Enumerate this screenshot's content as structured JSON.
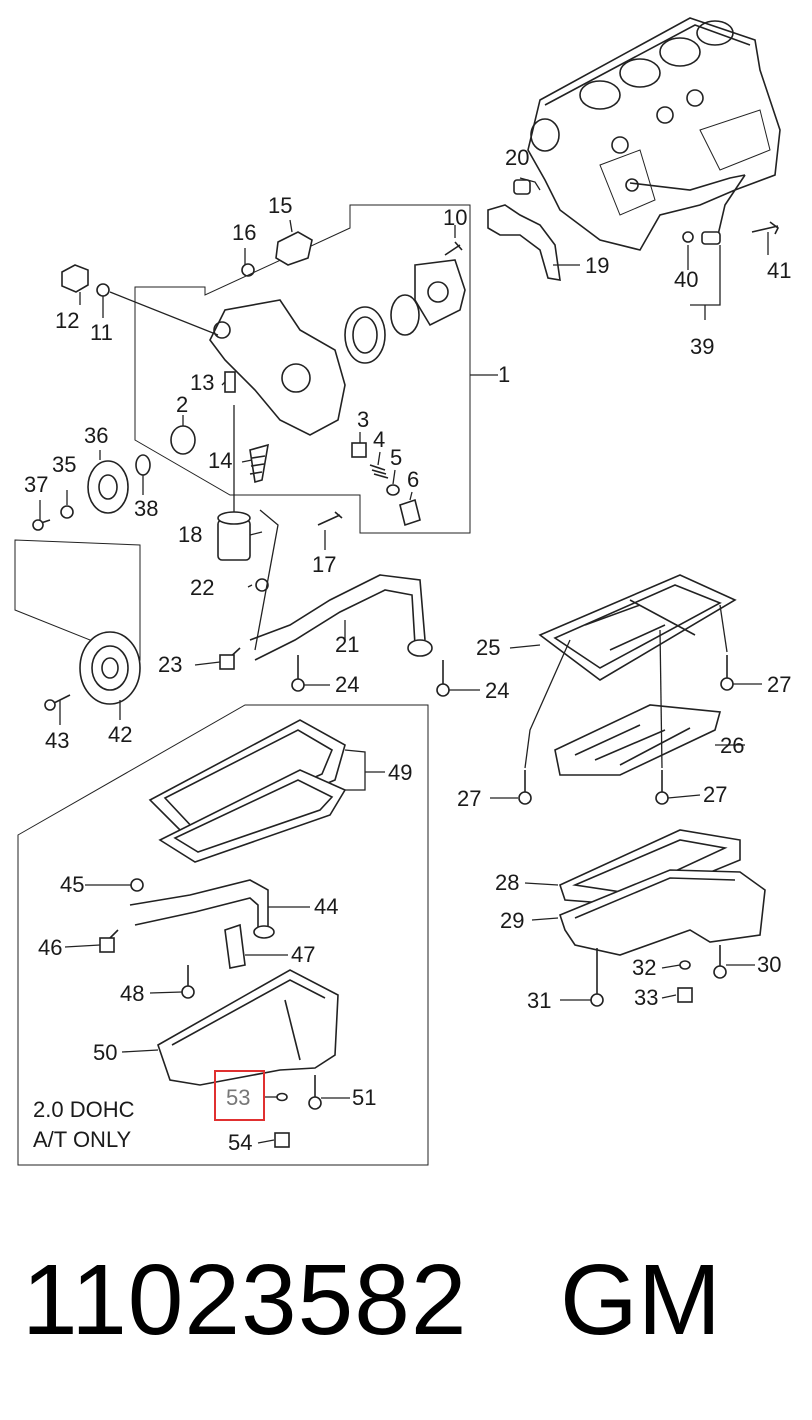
{
  "labels": {
    "l1": "1",
    "l2": "2",
    "l3": "3",
    "l4": "4",
    "l5": "5",
    "l6": "6",
    "l10": "10",
    "l11": "11",
    "l12": "12",
    "l13": "13",
    "l14": "14",
    "l15": "15",
    "l16": "16",
    "l17": "17",
    "l18": "18",
    "l19": "19",
    "l20": "20",
    "l21": "21",
    "l22": "22",
    "l23": "23",
    "l24a": "24",
    "l24b": "24",
    "l25": "25",
    "l26": "26",
    "l27a": "27",
    "l27b": "27",
    "l27c": "27",
    "l28": "28",
    "l29": "29",
    "l30": "30",
    "l31": "31",
    "l32": "32",
    "l33": "33",
    "l35": "35",
    "l36": "36",
    "l37": "37",
    "l38": "38",
    "l39": "39",
    "l40": "40",
    "l41": "41",
    "l42": "42",
    "l43": "43",
    "l44": "44",
    "l45": "45",
    "l46": "46",
    "l47": "47",
    "l48": "48",
    "l49": "49",
    "l50": "50",
    "l51": "51",
    "l53": "53",
    "l54": "54"
  },
  "note": {
    "line1": "2.0  DOHC",
    "line2": "A/T ONLY"
  },
  "highlight": {
    "label": "53",
    "color": "#e03030"
  },
  "footer": {
    "part_number": "11023582",
    "brand": "GM"
  }
}
